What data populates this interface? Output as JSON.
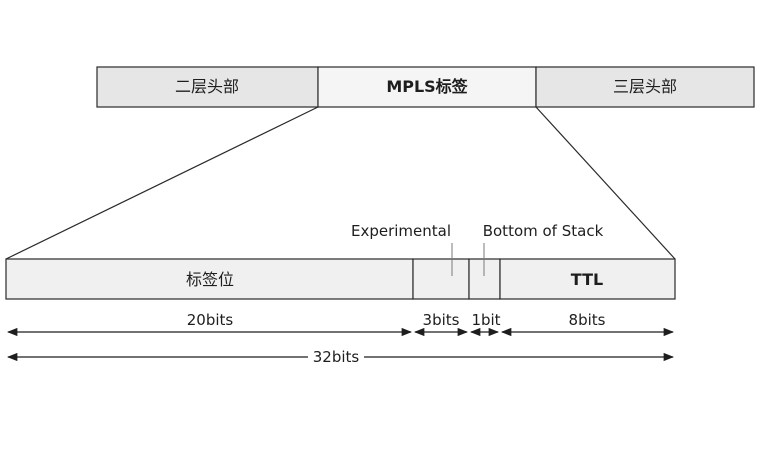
{
  "header": {
    "segments": [
      {
        "label": "二层头部",
        "fill": "#e6e6e6"
      },
      {
        "label": "MPLS标签",
        "fill": "#f5f5f5"
      },
      {
        "label": "三层头部",
        "fill": "#e6e6e6"
      }
    ]
  },
  "label_fields": {
    "label_field": "标签位",
    "experimental_label": "Experimental",
    "bottom_of_stack_label": "Bottom of Stack",
    "ttl_field": "TTL"
  },
  "bit_widths": {
    "label": "20bits",
    "experimental": "3bits",
    "bottom_of_stack": "1bit",
    "ttl": "8bits",
    "total": "32bits"
  },
  "colors": {
    "stroke": "#2a2a2a",
    "field_fill": "#f0f0f0"
  }
}
